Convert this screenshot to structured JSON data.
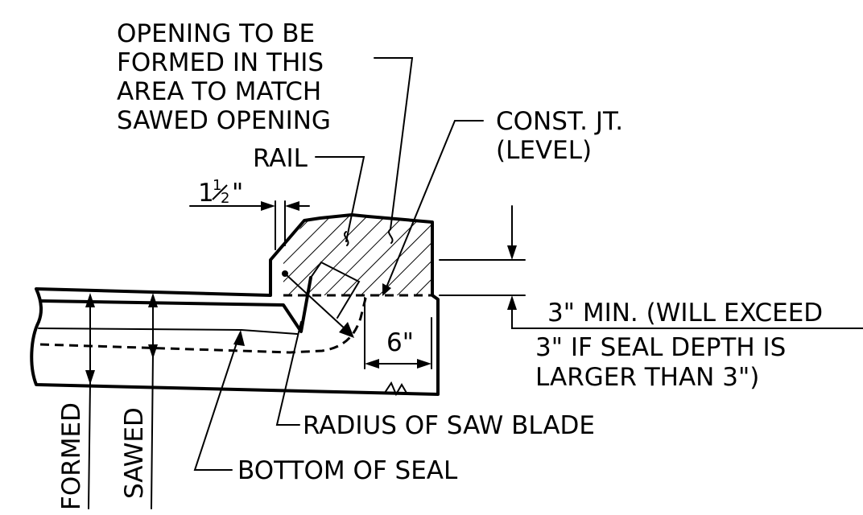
{
  "labels": {
    "opening_line1": "OPENING TO BE",
    "opening_line2": "FORMED IN THIS",
    "opening_line3": "AREA TO MATCH",
    "opening_line4": "SAWED OPENING",
    "rail": "RAIL",
    "const_jt_line1": "CONST. JT.",
    "const_jt_line2": "(LEVEL)",
    "dim_width_whole": "1",
    "dim_width_frac_num": "1",
    "dim_width_frac_den": "2",
    "dim_width_unit": "\"",
    "min_line1": "3\" MIN. (WILL EXCEED",
    "min_line2": "3\" IF SEAL DEPTH IS",
    "min_line3": "LARGER THAN 3\")",
    "six_inch": "6\"",
    "radius": "RADIUS OF SAW BLADE",
    "bottom_seal": "BOTTOM OF SEAL",
    "formed": "FORMED",
    "sawed": "SAWED"
  },
  "colors": {
    "ink": "#000000",
    "paper": "#ffffff"
  }
}
